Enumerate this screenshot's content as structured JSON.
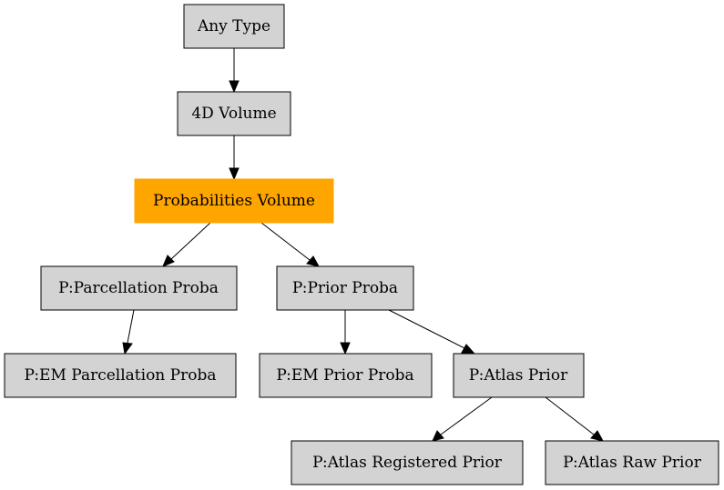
{
  "diagram": {
    "nodes": {
      "any_type": "Any Type",
      "volume_4d": "4D Volume",
      "probabilities_volume": "Probabilities Volume",
      "parcellation_proba": "P:Parcellation Proba",
      "prior_proba": "P:Prior Proba",
      "em_parcellation_proba": "P:EM Parcellation Proba",
      "em_prior_proba": "P:EM Prior Proba",
      "atlas_prior": "P:Atlas Prior",
      "atlas_registered_prior": "P:Atlas Registered Prior",
      "atlas_raw_prior": "P:Atlas Raw Prior"
    },
    "highlight_color": "#ffa500",
    "node_color": "#d3d3d3",
    "edges": [
      {
        "from": "any_type",
        "to": "volume_4d"
      },
      {
        "from": "volume_4d",
        "to": "probabilities_volume"
      },
      {
        "from": "probabilities_volume",
        "to": "parcellation_proba"
      },
      {
        "from": "probabilities_volume",
        "to": "prior_proba"
      },
      {
        "from": "parcellation_proba",
        "to": "em_parcellation_proba"
      },
      {
        "from": "prior_proba",
        "to": "em_prior_proba"
      },
      {
        "from": "prior_proba",
        "to": "atlas_prior"
      },
      {
        "from": "atlas_prior",
        "to": "atlas_registered_prior"
      },
      {
        "from": "atlas_prior",
        "to": "atlas_raw_prior"
      }
    ]
  }
}
